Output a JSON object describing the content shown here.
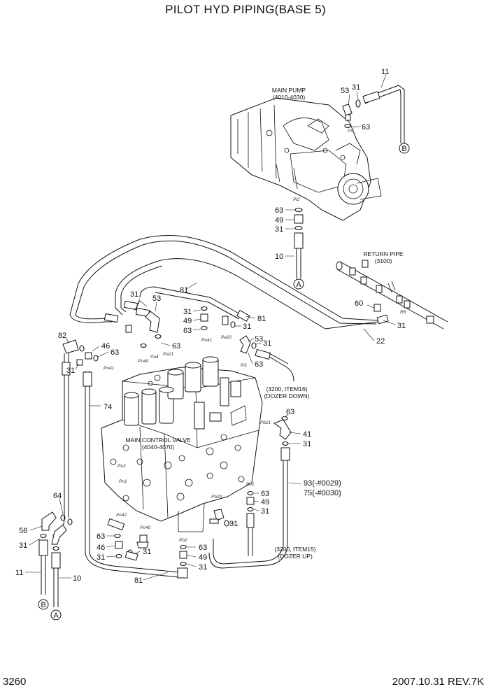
{
  "title": "PILOT HYD PIPING(BASE 5)",
  "page_number": "3260",
  "revision": "2007.10.31  REV.7K",
  "labels": {
    "main_pump": "MAIN PUMP",
    "main_pump_code": "(4010-4030)",
    "return_pipe": "RETURN PIPE",
    "return_pipe_code": "(3100)",
    "mcv": "MAIN CONTROL VALVE",
    "mcv_code": "(4040-4070)",
    "dozer_down_ref": "(3200, ITEM16)",
    "dozer_down": "(DOZER DOWN)",
    "dozer_up_ref": "(3200, ITEM15)",
    "dozer_up": "(DOZER UP)",
    "n93": "93(-#0029)",
    "n75": "75(-#0030)"
  },
  "connectors": {
    "a": "A",
    "b": "B"
  },
  "ports": {
    "pi1": "Pi1",
    "pi2": "Pi2",
    "po41": "Po41",
    "po40": "Po40",
    "pa4": "Pa4",
    "pa21": "Pa21",
    "pa20": "Pa20",
    "pi1b": "Pi1",
    "pb21": "Pb21",
    "pb1": "Pb1",
    "pb20": "Pb20",
    "pb2": "Pb2",
    "pin2": "Pn2",
    "pin1": "Pn1",
    "po42": "Po42",
    "po40b": "Po40",
    "r6": "R6"
  },
  "callouts": [
    {
      "text": "11"
    },
    {
      "text": "31"
    },
    {
      "text": "53"
    },
    {
      "text": "63"
    },
    {
      "text": "63"
    },
    {
      "text": "49"
    },
    {
      "text": "31"
    },
    {
      "text": "10"
    },
    {
      "text": "81"
    },
    {
      "text": "31"
    },
    {
      "text": "53"
    },
    {
      "text": "31"
    },
    {
      "text": "49"
    },
    {
      "text": "63"
    },
    {
      "text": "31"
    },
    {
      "text": "81"
    },
    {
      "text": "63"
    },
    {
      "text": "82"
    },
    {
      "text": "46"
    },
    {
      "text": "63"
    },
    {
      "text": "31"
    },
    {
      "text": "53"
    },
    {
      "text": "31"
    },
    {
      "text": "63"
    },
    {
      "text": "60"
    },
    {
      "text": "31"
    },
    {
      "text": "22"
    },
    {
      "text": "74"
    },
    {
      "text": "63"
    },
    {
      "text": "41"
    },
    {
      "text": "31"
    },
    {
      "text": "63"
    },
    {
      "text": "49"
    },
    {
      "text": "31"
    },
    {
      "text": "31"
    },
    {
      "text": "64"
    },
    {
      "text": "56"
    },
    {
      "text": "31"
    },
    {
      "text": "63"
    },
    {
      "text": "46"
    },
    {
      "text": "31"
    },
    {
      "text": "31"
    },
    {
      "text": "63"
    },
    {
      "text": "49"
    },
    {
      "text": "31"
    },
    {
      "text": "11"
    },
    {
      "text": "10"
    },
    {
      "text": "81"
    }
  ]
}
